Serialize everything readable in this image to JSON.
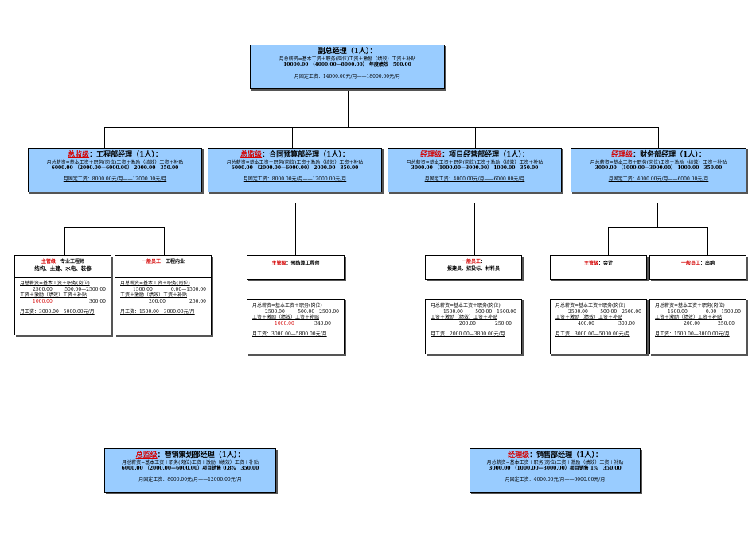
{
  "vp": {
    "title": "副总经理（1人）：",
    "formula": "月总薪资=基本工资＋职务(岗位)工资＋激励（绩效）工资＋补贴",
    "numbers": "10000.00 （4000.00—8000.00） 年度绩效　500.00",
    "fixed": "月固定工资：14000.00元/月——18000.00元/月"
  },
  "managers": [
    {
      "level": "总监级",
      "name": "：工程部经理（1人）：",
      "formula": "月总薪资=基本工资＋职务(岗位)工资＋激励（绩效）工资＋补贴",
      "numbers": "6000.00 （2000.00—6000.00） 2000.00　350.00",
      "fixed": "月固定工资：8000.00元/月——12000.00元/月"
    },
    {
      "level": "总监级",
      "name": "：合同预算部经理（1人）：",
      "formula": "月总薪资=基本工资＋职务(岗位)工资＋激励（绩效）工资＋补贴",
      "numbers": "6000.00 （2000.00—6000.00） 2000.00　350.00",
      "fixed": "月固定工资：8000.00元/月——12000.00元/月"
    },
    {
      "level": "经理级",
      "name": "：项目经营部经理（1人）：",
      "formula": "月总薪资=基本工资＋职务(岗位)工资＋激励（绩效）工资＋补贴",
      "numbers": "3000.00 （1000.00—3000.00） 1000.00　350.00",
      "fixed": "月固定工资：4000.00元/月——6000.00元/月"
    },
    {
      "level": "经理级",
      "name": "：财务部经理（1人）：",
      "formula": "月总薪资=基本工资＋职务(岗位)工资＋激励（绩效）工资＋补贴",
      "numbers": "3000.00 （1000.00—3000.00） 1000.00　350.00",
      "fixed": "月固定工资：4000.00元/月——6000.00元/月"
    }
  ],
  "staff": [
    {
      "level": "主管级",
      "title": "：专业工程师",
      "title2": "结构、土建、水电、装修",
      "formula": "月总薪资=基本工资＋职务(岗位)",
      "r1a": "2500.00",
      "r1b": "500.00—2500.00",
      "formula2": "工资＋激励（绩效）工资＋补贴",
      "r2a": "1000.00",
      "r2b": "300.00",
      "pay": "月工资：3000.00—5000.00元/月"
    },
    {
      "level": "一般员工",
      "title": "：工程内业",
      "formula": "月总薪资=基本工资＋职务(岗位)",
      "r1a": "1500.00",
      "r1b": "0.00—1500.00",
      "formula2": "工资＋激励（绩效）工资＋补贴",
      "r2a": "200.00",
      "r2b": "250.00",
      "pay": "月工资：1500.00—3000.00元/月"
    },
    {
      "level": "主管级",
      "title": "：预结算工程师",
      "formula": "月总薪资=基本工资＋职务(岗位)",
      "r1a": "2500.00",
      "r1b": "500.00—2500.00",
      "formula2": "工资＋激励（绩效）工资＋补贴",
      "r2a": "1000.00",
      "r2b": "340.00",
      "pay": "月工资：3000.00—5800.00元/月"
    },
    {
      "level": "一般员工",
      "title": "：",
      "title2": "报建员、招投标、材料员",
      "formula": "月总薪资=基本工资＋职务(岗位)",
      "r1a": "1500.00",
      "r1b": "500.00—1500.00",
      "formula2": "工资＋激励（绩效）工资＋补贴",
      "r2a": "200.00",
      "r2b": "250.00",
      "pay": "月工资：2000.00—3800.00元/月"
    },
    {
      "level": "主管级",
      "title": "：会计",
      "formula": "月总薪资=基本工资＋职务(岗位)",
      "r1a": "2500.00",
      "r1b": "500.00—2500.00",
      "formula2": "工资＋激励（绩效）工资＋补贴",
      "r2a": "400.00",
      "r2b": "300.00",
      "pay": "月工资：3000.00—5000.00元/月"
    },
    {
      "level": "一般员工",
      "title": "：出纳",
      "formula": "月总薪资=基本工资＋职务(岗位)",
      "r1a": "1500.00",
      "r1b": "0.00—1500.00",
      "formula2": "工资＋激励（绩效）工资＋补贴",
      "r2a": "200.00",
      "r2b": "250.00",
      "pay": "月工资：1500.00—3000.00元/月"
    }
  ],
  "bottom": [
    {
      "level": "总监级",
      "name": "：营销策划部经理（1人）：",
      "formula": "月总薪资=基本工资＋职务(岗位)工资＋激励（绩效）工资＋补贴",
      "numbers": "6000.00 （2000.00—6000.00）项目销售 0.8%　350.00",
      "fixed": "月固定工资：8000.00元/月——12000.00元/月"
    },
    {
      "level": "经理级",
      "name": "：销售部经理（1人）：",
      "formula": "月总薪资=基本工资＋职务(岗位)工资＋激励（绩效）工资＋补贴",
      "numbers": "3000.00 （1000.00—3000.00）项目销售 1%　350.00",
      "fixed": "月固定工资：4000.00元/月——6000.00元/月"
    }
  ],
  "colors": {
    "box_fill": "#99ccff",
    "level_red": "#d40000"
  }
}
